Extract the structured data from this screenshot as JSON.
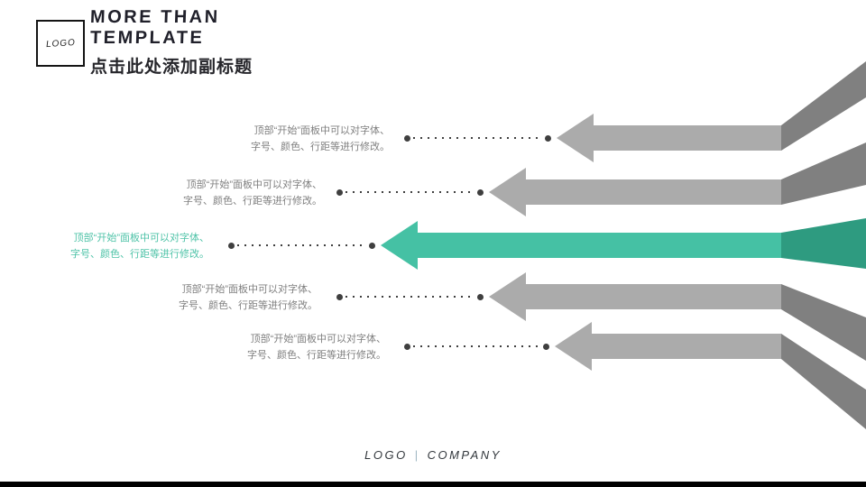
{
  "slide": {
    "header": {
      "logo_text": "LOGO",
      "title_line1": "MORE THAN",
      "title_line2": "TEMPLATE",
      "subtitle": "点击此处添加副标题"
    },
    "rows": [
      {
        "line1": "顶部“开始”面板中可以对字体、",
        "line2": "字号、颜色、行距等进行修改。",
        "highlight": false
      },
      {
        "line1": "顶部“开始”面板中可以对字体、",
        "line2": "字号、颜色、行距等进行修改。",
        "highlight": false
      },
      {
        "line1": "顶部“开始”面板中可以对字体、",
        "line2": "字号、颜色、行距等进行修改。",
        "highlight": true
      },
      {
        "line1": "顶部“开始”面板中可以对字体、",
        "line2": "字号、颜色、行距等进行修改。",
        "highlight": false
      },
      {
        "line1": "顶部“开始”面板中可以对字体、",
        "line2": "字号、颜色、行距等进行修改。",
        "highlight": false
      }
    ],
    "footer": {
      "logo": "LOGO",
      "separator": "|",
      "company": "COMPANY"
    },
    "colors": {
      "arrow_gray_light": "#ABABAB",
      "arrow_gray_dark": "#808080",
      "arrow_teal_light": "#45C1A4",
      "arrow_teal_dark": "#2E9B80",
      "text_gray": "#7F7F7F",
      "text_teal": "#4FC3A8",
      "dot": "#3F3F3F",
      "title_dark": "#20202A",
      "bottom_bar": "#000000"
    }
  }
}
